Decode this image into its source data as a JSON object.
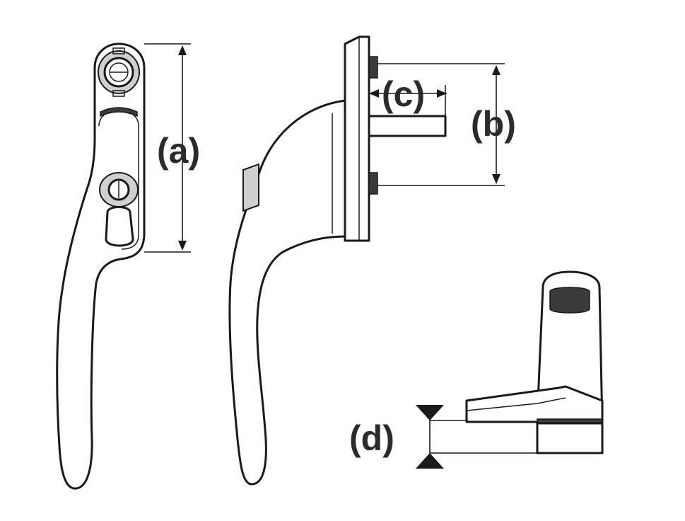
{
  "labels": {
    "a": "(a)",
    "b": "(b)",
    "c": "(c)",
    "d": "(d)"
  },
  "colors": {
    "line": "#1a1a1a",
    "label": "#2b2b2b",
    "background": "#ffffff"
  }
}
